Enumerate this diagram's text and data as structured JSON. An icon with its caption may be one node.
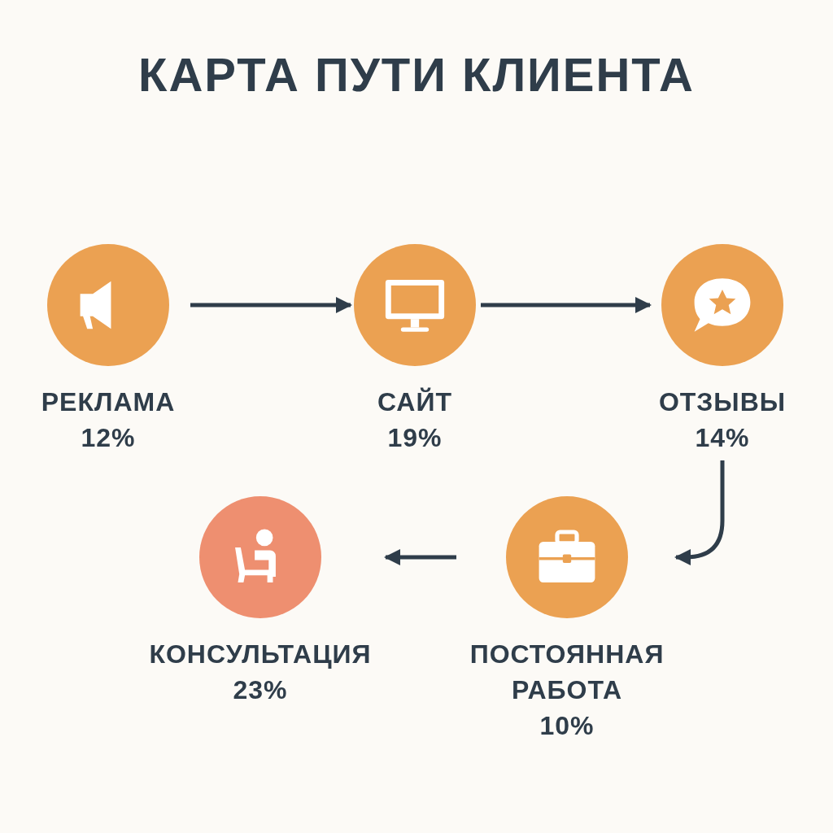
{
  "diagram": {
    "title": "КАРТА ПУТИ КЛИЕНТА",
    "nodes": [
      {
        "text": [
          "РЕКЛАМА",
          "12%"
        ]
      },
      {
        "text": [
          "САЙТ",
          "19%"
        ]
      },
      {
        "text": [
          "ОТЗЫВЫ",
          "14%"
        ]
      },
      {
        "text": [
          "ПОСТОЯННАЯ РАБОТА",
          "10%"
        ]
      },
      {
        "text": [
          "КОНСУЛЬТАЦИЯ",
          "23%"
        ]
      }
    ],
    "edges": [
      {
        "from": 0,
        "to": 1,
        "arrow": "to"
      },
      {
        "from": 1,
        "to": 2,
        "arrow": "to"
      },
      {
        "from": 2,
        "to": 3,
        "arrow": "to"
      },
      {
        "from": 3,
        "to": 4,
        "arrow": "to"
      }
    ]
  }
}
